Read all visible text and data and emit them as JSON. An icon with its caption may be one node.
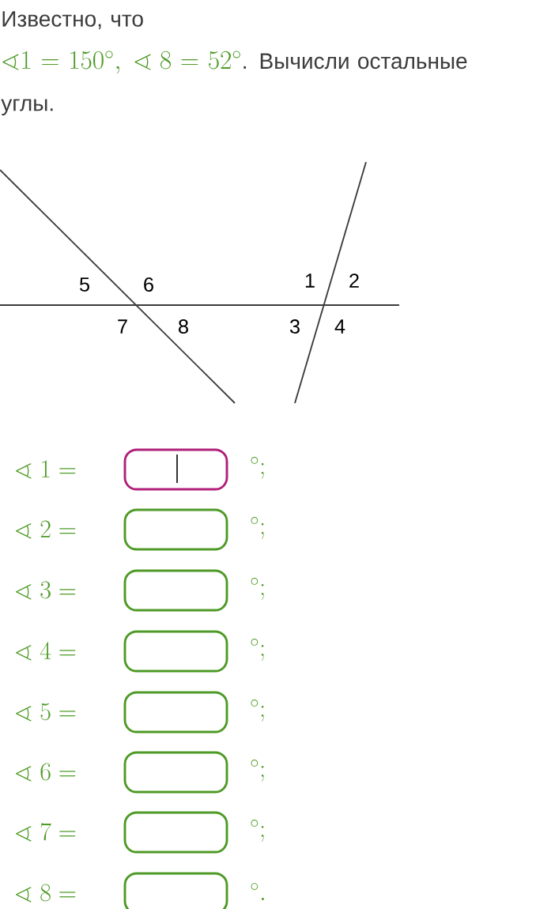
{
  "diagram": {
    "labels": [
      "Известно, что",
      "\\sphericalangle 1 = 150^{\\circ},\\ \\sphericalangle\\ 8 = 52^{\\circ}",
      ". Вычисли остальные углы.",
      "5",
      "6",
      "1",
      "2",
      "7",
      "8",
      "3",
      "4",
      "\\sphericalangle\\ 1 =",
      "{}^{\\circ};",
      "\\sphericalangle\\ 2 =",
      "{}^{\\circ};",
      "\\sphericalangle\\ 3 =",
      "{}^{\\circ};",
      "\\sphericalangle\\ 4 =",
      "{}^{\\circ};",
      "\\sphericalangle\\ 5 =",
      "{}^{\\circ};",
      "\\sphericalangle\\ 6 =",
      "{}^{\\circ};",
      "\\sphericalangle\\ 7 =",
      "{}^{\\circ};",
      "\\sphericalangle\\ 8 =",
      "{}^{\\circ}."
    ]
  }
}
